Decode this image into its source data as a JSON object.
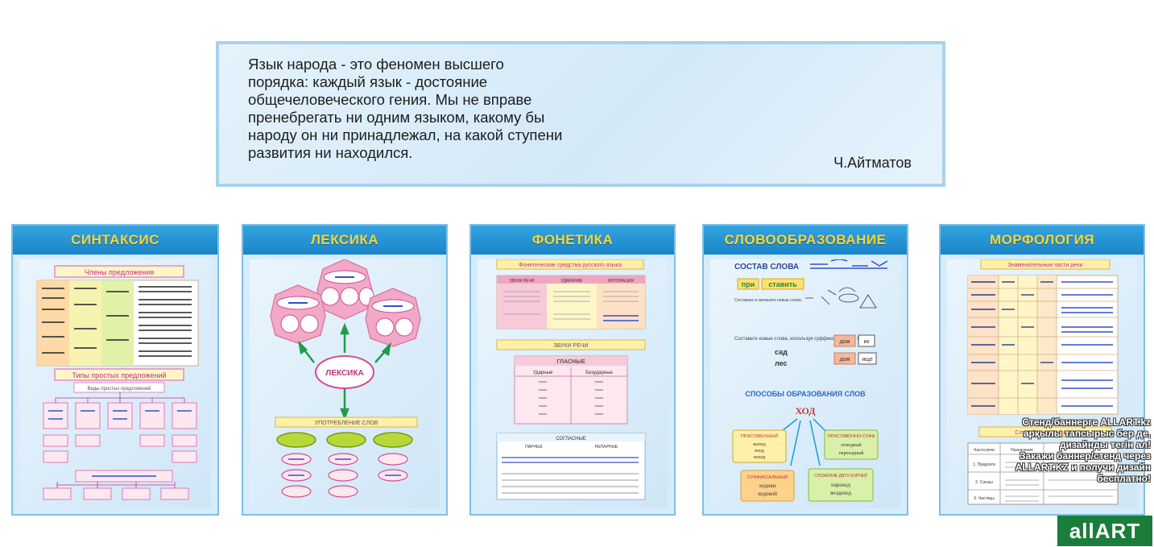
{
  "quote": {
    "lines": [
      "Язык народа - это феномен высшего",
      "порядка: каждый язык - достояние",
      "общечеловеческого гения. Мы не вправе",
      "пренебрегать ни одним языком, какому бы",
      "народу он ни принадлежал, на какой ступени",
      "развития ни находился."
    ],
    "author": "Ч.Айтматов"
  },
  "panels": {
    "syntax": {
      "title": "СИНТАКСИС",
      "members_label": "Члены предложения",
      "types_label": "Типы простых предложений",
      "kinds_label": "Виды простых предложений"
    },
    "lexics": {
      "title": "ЛЕКСИКА",
      "center_label": "ЛЕКСИКА",
      "usage_label": "УПОТРЕБЛЕНИЕ СЛОВ"
    },
    "phonetics": {
      "title": "ФОНЕТИКА",
      "means_label": "Фонетические средства русского языка",
      "col1": "ЗВУКИ РЕЧИ",
      "col2": "УДАРЕНИЕ",
      "col3": "ИНТОНАЦИЯ",
      "sounds_label": "ЗВУКИ РЕЧИ",
      "vowels_label": "ГЛАСНЫЕ",
      "stressed": "Ударные",
      "unstressed": "Безударные",
      "consonants_label": "СОГЛАСНЫЕ",
      "paired": "ПАРНЫЕ",
      "unpaired": "НЕПАРНЫЕ"
    },
    "wordform": {
      "title": "СЛОВООБРАЗОВАНИЕ",
      "composition": "СОСТАВ СЛОВА",
      "prefix_word": "при",
      "root_word": "ставить",
      "task1": "Составьте и запишите новые слова",
      "task2": "Составьте новые слова, используя суффиксы ОК, ИК, ИЩ:",
      "word_sad": "сад",
      "word_les": "лес",
      "dom1": "дом",
      "ik": "ик",
      "dom2": "дом",
      "ische": "ище",
      "methods_label": "СПОСОБЫ ОБРАЗОВАНИЯ СЛОВ",
      "hod": "ХОД",
      "prefixal": "ПРИСТАВОЧНЫЙ",
      "prefixal_words": [
        "выход",
        "вход",
        "поход"
      ],
      "prefsuff": "ПРИСТАВОЧНО-СУФФ",
      "prefsuff_words": [
        "походный",
        "переходный"
      ],
      "suffixal": "СУФФИКСАЛЬНЫЙ",
      "suffixal_words": [
        "ходики",
        "ходовой"
      ],
      "roots": "СЛОЖЕНИЕ ДВУХ КОРНЕЙ",
      "roots_words": [
        "пароход",
        "вездеход"
      ]
    },
    "morphology": {
      "title": "МОРФОЛОГИЯ",
      "nominal_label": "Знаменательные части речи",
      "service_label": "Служебные части речи",
      "col_part": "Части речи",
      "col_name": "Назначение",
      "rows": [
        "1. Предлоги",
        "2. Союзы",
        "3. Частицы"
      ]
    }
  },
  "watermark": {
    "lines": [
      "Стенд/баннерге ALLART.kz",
      "арқылы тапсырыс бер де,",
      "дизайнды тегін ал!",
      "Закажи баннер/стенд через",
      "ALLART.KZ и получи дизайн",
      "бесплатно!"
    ],
    "logo": "allART"
  },
  "colors": {
    "header_blue": "#1b86c8",
    "title_yellow": "#ffd52e",
    "panel_bg": "#d7ecfa"
  }
}
